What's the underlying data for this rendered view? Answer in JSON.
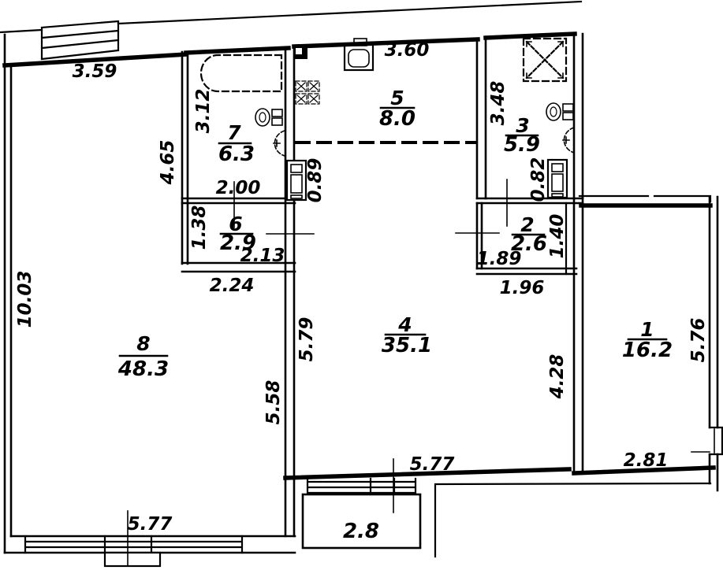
{
  "plan": {
    "rooms": [
      {
        "number": "1",
        "area": "16.2"
      },
      {
        "number": "2",
        "area": "2.6"
      },
      {
        "number": "3",
        "area": "5.9"
      },
      {
        "number": "4",
        "area": "35.1"
      },
      {
        "number": "5",
        "area": "8.0"
      },
      {
        "number": "6",
        "area": "2.9"
      },
      {
        "number": "7",
        "area": "6.3"
      },
      {
        "number": "8",
        "area": "48.3"
      }
    ],
    "balcony": {
      "area": "2.8"
    },
    "dims": {
      "top_wall": "3.59",
      "left_wall": "10.03",
      "wall8_upper": "4.65",
      "room7_depth": "3.12",
      "room7_width": "2.00",
      "kitchen_door": "0.89",
      "room5_width": "3.60",
      "room3_depth": "3.48",
      "bath_door": "0.82",
      "room6_depth": "1.38",
      "room6_width": "2.13",
      "room6_outer": "2.24",
      "room2_inner": "1.89",
      "room2_depth": "1.40",
      "room2_outer": "1.96",
      "room4_left": "5.79",
      "wall8_lower": "5.58",
      "room4_right": "4.28",
      "room1_depth": "5.76",
      "room4_width": "5.77",
      "room1_width": "2.81",
      "room8_width": "5.77"
    },
    "colors": {
      "line": "#000000",
      "background": "#ffffff"
    },
    "icons": [
      "bathtub-icon",
      "shower-icon",
      "toilet-icon",
      "washbasin-icon",
      "stove-icon",
      "kitchen-sink-icon",
      "vent-shaft-icon",
      "door-panel-icon",
      "window-icon"
    ]
  }
}
